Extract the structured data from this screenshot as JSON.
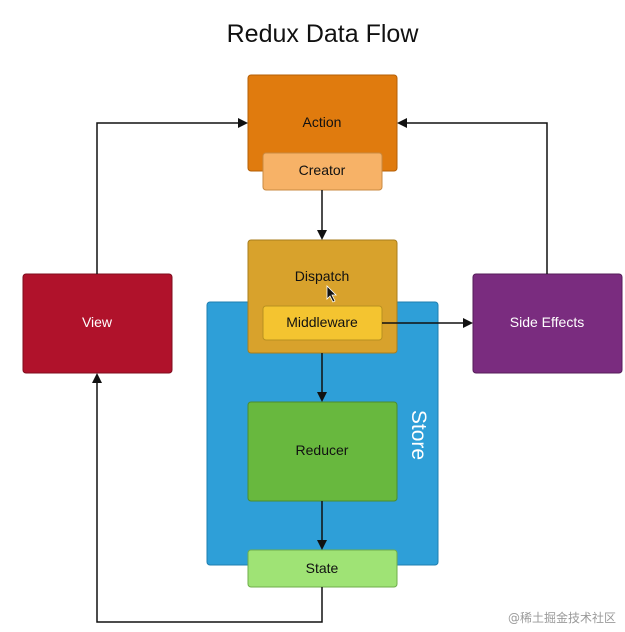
{
  "title": "Redux Data Flow",
  "nodes": {
    "action": "Action",
    "creator": "Creator",
    "dispatch": "Dispatch",
    "middleware": "Middleware",
    "reducer": "Reducer",
    "state": "State",
    "store": "Store",
    "view": "View",
    "side_effects": "Side Effects"
  },
  "colors": {
    "action": "#e07b0e",
    "creator": "#f7b267",
    "dispatch": "#d8a22c",
    "middleware": "#f4c430",
    "store": "#2e9fd8",
    "reducer": "#68b83e",
    "state": "#9fe375",
    "view": "#b0122b",
    "side_effects": "#7a2c7f"
  },
  "watermark": "@稀土掘金技术社区"
}
